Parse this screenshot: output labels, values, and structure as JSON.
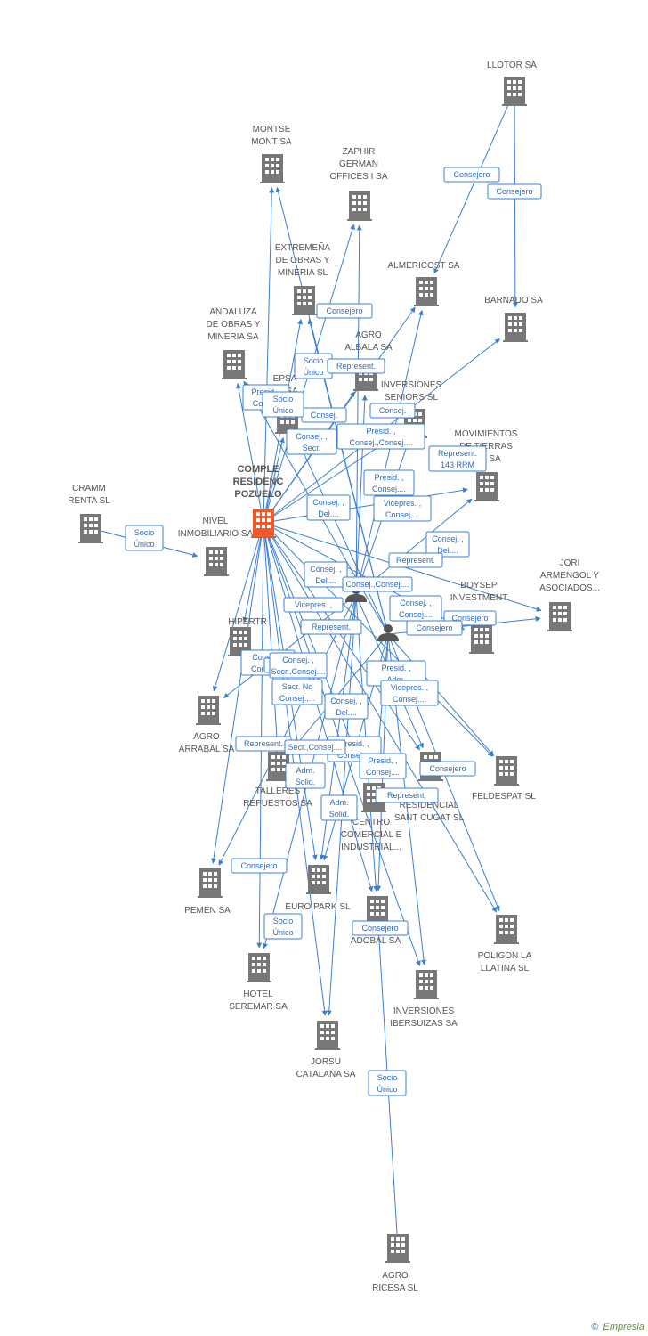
{
  "colors": {
    "edge": "#3a7fd5",
    "building": "#777777",
    "main_building": "#f05a28",
    "label": "#555555"
  },
  "footer": {
    "copyright": "©",
    "brand": "Empresia"
  },
  "nodes": [
    {
      "id": "main",
      "lines": [
        "COMPLE",
        "RESIDENC",
        "POZUELO"
      ],
      "icon": "building-icon",
      "main": true
    },
    {
      "id": "llotor",
      "lines": [
        "LLOTOR SA"
      ],
      "icon": "building-icon"
    },
    {
      "id": "montse",
      "lines": [
        "MONTSE",
        "MONT SA"
      ],
      "icon": "building-icon"
    },
    {
      "id": "zaphir",
      "lines": [
        "ZAPHIR",
        "GERMAN",
        "OFFICES I SA"
      ],
      "icon": "building-icon"
    },
    {
      "id": "extremena",
      "lines": [
        "EXTREMEÑA",
        "DE OBRAS Y",
        "MINERIA SL"
      ],
      "icon": "building-icon"
    },
    {
      "id": "almericost",
      "lines": [
        "ALMERICOST SA"
      ],
      "icon": "building-icon"
    },
    {
      "id": "barnado",
      "lines": [
        "BARNADO SA"
      ],
      "icon": "building-icon"
    },
    {
      "id": "andaluza",
      "lines": [
        "ANDALUZA",
        "DE OBRAS Y",
        "MINERIA SA"
      ],
      "icon": "building-icon"
    },
    {
      "id": "agroalbala",
      "lines": [
        "AGRO",
        "ALBALA SA"
      ],
      "icon": "building-icon"
    },
    {
      "id": "epsa",
      "lines": [
        "EPSA",
        "ES SA"
      ],
      "icon": "building-icon"
    },
    {
      "id": "inversenior",
      "lines": [
        "INVERSIONES",
        "SENIORS SL"
      ],
      "icon": "building-icon"
    },
    {
      "id": "movimientos",
      "lines": [
        "MOVIMIENTOS",
        "DE TIERRAS",
        "IOS SA"
      ],
      "icon": "building-icon"
    },
    {
      "id": "cramm",
      "lines": [
        "CRAMM",
        "RENTA SL"
      ],
      "icon": "building-icon"
    },
    {
      "id": "nivel",
      "lines": [
        "NIVEL",
        "INMOBILIARIO SA"
      ],
      "icon": "building-icon"
    },
    {
      "id": "jori",
      "lines": [
        "JORI",
        "ARMENGOL Y",
        "ASOCIADOS..."
      ],
      "icon": "building-icon"
    },
    {
      "id": "boysep",
      "lines": [
        "BOYSEP",
        "INVESTMENT"
      ],
      "icon": "building-icon"
    },
    {
      "id": "hipertr",
      "lines": [
        "HIPERTR"
      ],
      "icon": "building-icon"
    },
    {
      "id": "agroarrabal",
      "lines": [
        "AGRO",
        "ARRABAL SA"
      ],
      "icon": "building-icon"
    },
    {
      "id": "talleres",
      "lines": [
        "TALLERES",
        "REPUESTOS SA"
      ],
      "icon": "building-icon"
    },
    {
      "id": "feldespat",
      "lines": [
        "FELDESPAT SL"
      ],
      "icon": "building-icon"
    },
    {
      "id": "complejo",
      "lines": [
        "EJO",
        "RESIDENCIAL",
        "SANT CUGAT SL"
      ],
      "icon": "building-icon"
    },
    {
      "id": "centro",
      "lines": [
        "CENTRO",
        "COMERCIAL E",
        "INDUSTRIAL..."
      ],
      "icon": "building-icon"
    },
    {
      "id": "pemen",
      "lines": [
        "PEMEN SA"
      ],
      "icon": "building-icon"
    },
    {
      "id": "europark",
      "lines": [
        "EURO PARK SL"
      ],
      "icon": "building-icon"
    },
    {
      "id": "adobal",
      "lines": [
        "ADOBAL SA"
      ],
      "icon": "building-icon"
    },
    {
      "id": "poligon",
      "lines": [
        "POLIGON LA",
        "LLATINA SL"
      ],
      "icon": "building-icon"
    },
    {
      "id": "hotel",
      "lines": [
        "HOTEL",
        "SEREMAR SA"
      ],
      "icon": "building-icon"
    },
    {
      "id": "ibersuizas",
      "lines": [
        "INVERSIONES",
        "IBERSUIZAS SA"
      ],
      "icon": "building-icon"
    },
    {
      "id": "jorsu",
      "lines": [
        "JORSU",
        "CATALANA SA"
      ],
      "icon": "building-icon"
    },
    {
      "id": "agroricesa",
      "lines": [
        "AGRO",
        "RICESA SL"
      ],
      "icon": "building-icon"
    },
    {
      "id": "person1",
      "lines": [],
      "icon": "person-icon"
    },
    {
      "id": "person2",
      "lines": [],
      "icon": "person-icon"
    }
  ],
  "roles": [
    [
      "Consejero"
    ],
    [
      "Consejero"
    ],
    [
      "Consejero"
    ],
    [
      "Socio",
      "Único"
    ],
    [
      "Represent."
    ],
    [
      "Presid. ,",
      "Consej."
    ],
    [
      "Consej."
    ],
    [
      "Consej."
    ],
    [
      "Consej. ,",
      "Secr."
    ],
    [
      "Presid. ,",
      "Consej.,Consej...."
    ],
    [
      "Represent.",
      "143 RRM"
    ],
    [
      "Socio",
      "Único"
    ],
    [
      "Presid. ,",
      "Consej...."
    ],
    [
      "Vicepres. ,",
      "Consej...."
    ],
    [
      "Consej. ,",
      "Del...."
    ],
    [
      "Consej. ,",
      "Del...."
    ],
    [
      "Represent."
    ],
    [
      "Consej. ,",
      "Del...."
    ],
    [
      "Consej.,Consej...."
    ],
    [
      "Consej. ,",
      "Consej...."
    ],
    [
      "Consejero"
    ],
    [
      "Consejero"
    ],
    [
      "Vicepres. ,"
    ],
    [
      "Represent."
    ],
    [
      "Consej. ,",
      "Consej...."
    ],
    [
      "Represent."
    ],
    [
      "Secr.  No",
      "Consej.,..."
    ],
    [
      "Presid. ,",
      "Adm."
    ],
    [
      "Vicepres. ,",
      "Consej...."
    ],
    [
      "Consej. ,",
      "Del...."
    ],
    [
      "Represent."
    ],
    [
      "Presid. ,",
      "Consej...."
    ],
    [
      "Secr.,Consej...."
    ],
    [
      "Adm.",
      "Solid."
    ],
    [
      "Consejero"
    ],
    [
      "Presid. ,",
      "Consej...."
    ],
    [
      "Represent."
    ],
    [
      "Adm.",
      "Solid."
    ],
    [
      "Consejero"
    ],
    [
      "Socio",
      "Único"
    ],
    [
      "Consejero"
    ],
    [
      "Socio",
      "Único"
    ],
    [
      "Socio",
      "Único"
    ],
    [
      "Consej. ,",
      "Secr.,Consej...."
    ]
  ]
}
